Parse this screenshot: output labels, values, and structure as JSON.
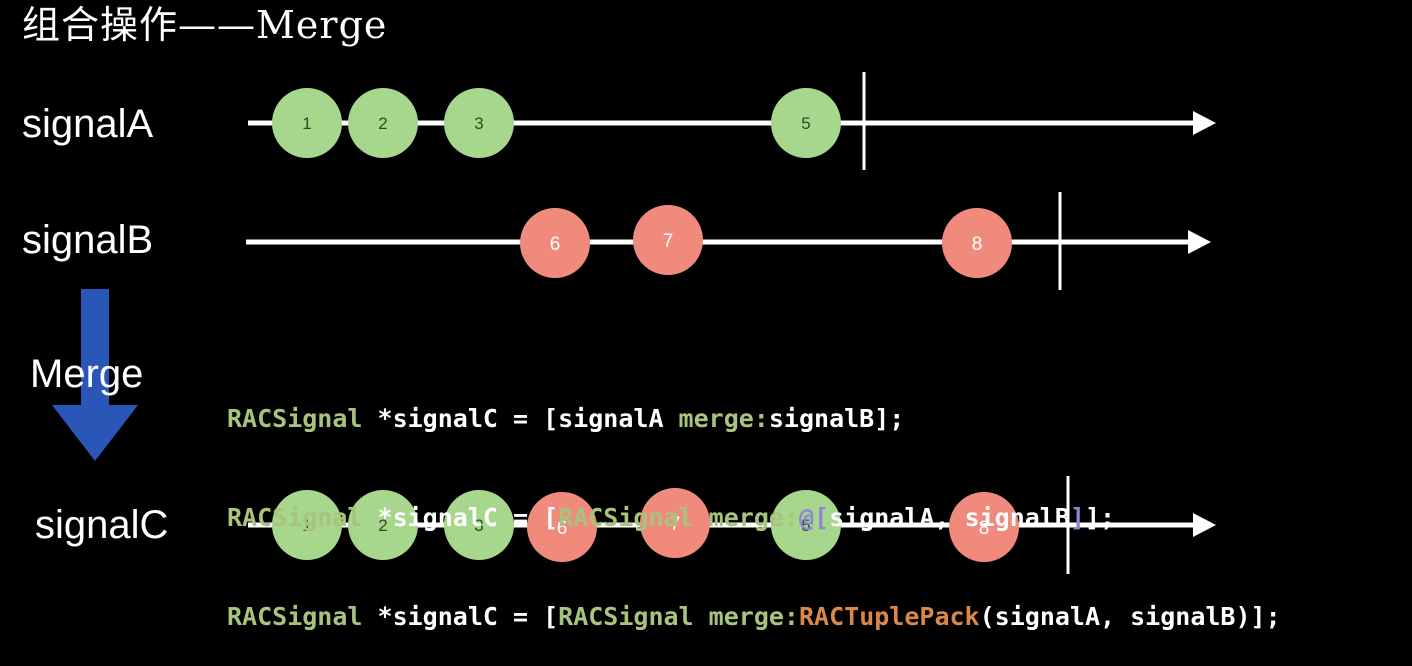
{
  "title": "组合操作——Merge",
  "lanes": [
    {
      "label": "signalA"
    },
    {
      "label": "signalB"
    },
    {
      "label": "signalC"
    }
  ],
  "operator_label": "Merge",
  "colors": {
    "green": "#a6d78c",
    "red": "#f08a7c",
    "arrow": "#2a56b8",
    "background": "#000000"
  },
  "signalA": {
    "events": [
      "1",
      "2",
      "3",
      "5"
    ]
  },
  "signalB": {
    "events": [
      "6",
      "7",
      "8"
    ]
  },
  "signalC": {
    "events": [
      "1",
      "2",
      "3",
      "6",
      "7",
      "5",
      "8"
    ]
  },
  "code": {
    "line1": {
      "type": "RACSignal",
      "decl": " *signalC = [signalA ",
      "sel": "merge:",
      "arg": "signalB",
      "end": "];"
    },
    "line2": {
      "type": "RACSignal",
      "decl": " *signalC = [",
      "cls": "RACSignal",
      "sp": " ",
      "sel": "merge:",
      "at": "@[",
      "args": "signalA, signalB",
      "close": "]",
      "end": "];"
    },
    "line3": {
      "type": "RACSignal",
      "decl": " *signalC = [",
      "cls": "RACSignal",
      "sp": " ",
      "sel": "merge:",
      "func": "RACTuplePack",
      "args": "(signalA, signalB)",
      "end": "];"
    }
  }
}
